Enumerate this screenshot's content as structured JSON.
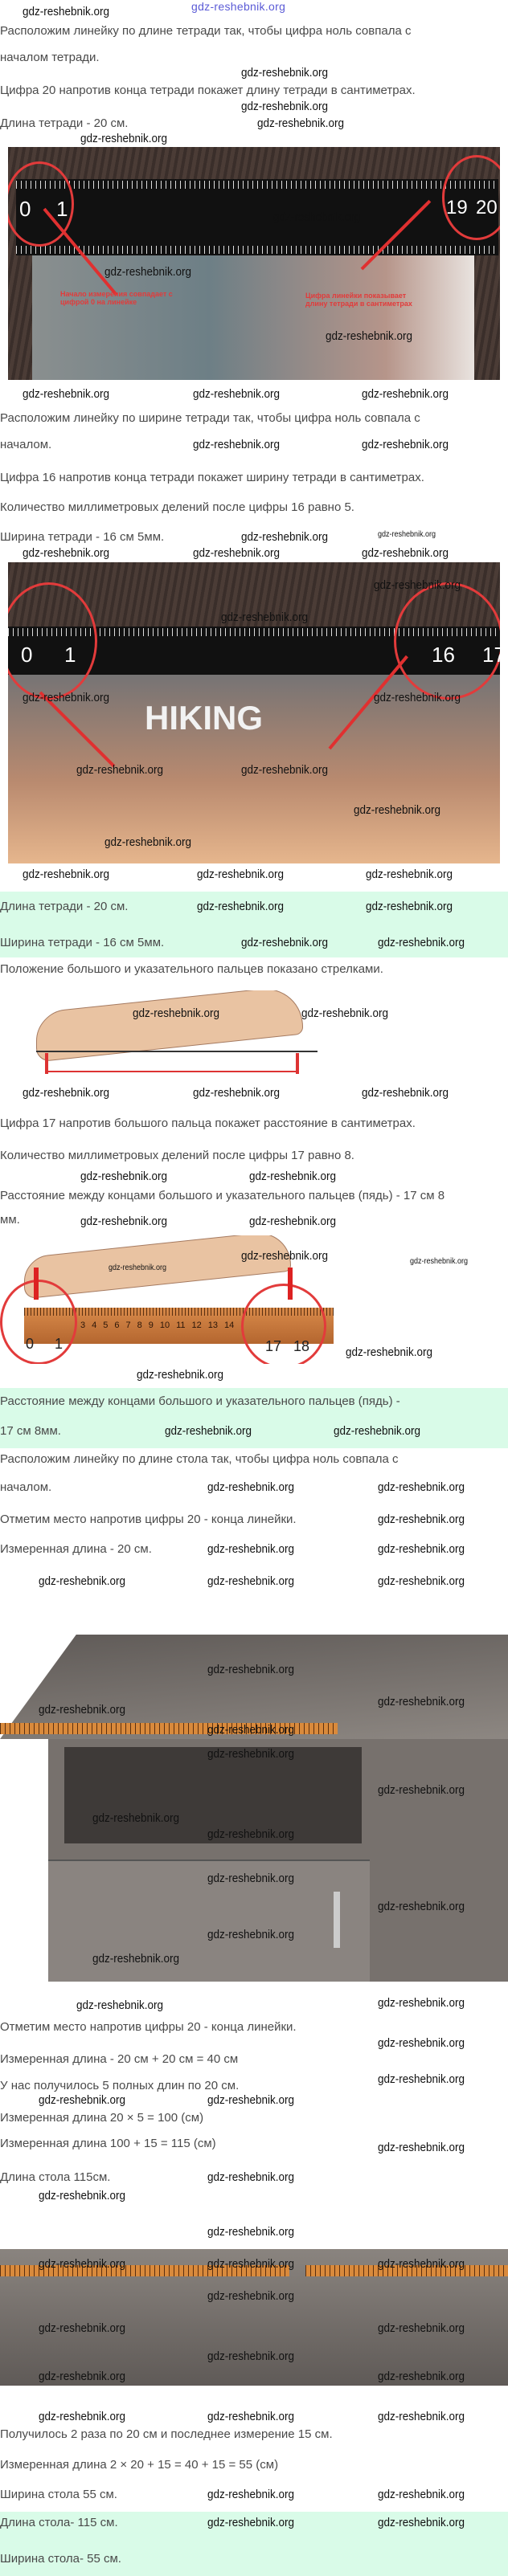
{
  "site_title": "gdz-reshebnik.org",
  "watermark": "gdz-reshebnik.org",
  "notebook": {
    "p1a": "Расположим линейку по длине тетради так, чтобы цифра ноль совпала с",
    "p1b": "началом тетради.",
    "p2": "Цифра 20 напротив конца тетради покажет длину тетради в сантиметрах.",
    "p3": "Длина тетради - 20 см.",
    "photo1_left_number_0": "0",
    "photo1_left_number_1": "1",
    "photo1_right_number_19": "19",
    "photo1_right_number_20": "20",
    "photo1_caption_left": "Начало измерения совпадает с цифрой 0 на линейке",
    "photo1_caption_right": "Цифра линейки показывает длину тетради в сантиметрах",
    "p4a": "Расположим линейку по ширине тетради так, чтобы цифра ноль совпала с",
    "p4b": "началом.",
    "p5": "Цифра 16 напротив конца тетради покажет ширину тетради в сантиметрах.",
    "p6": "Количество миллиметровых делений после цифры 16 равно 5.",
    "p7": "Ширина тетради - 16 см 5мм.",
    "photo2_left_0": "0",
    "photo2_left_1": "1",
    "photo2_right_16": "16",
    "photo2_right_17": "17",
    "photo2_brand": "HIKING"
  },
  "answer1": {
    "line1": "Длина тетради - 20 см.",
    "line2": "Ширина тетради - 16 см 5мм."
  },
  "span": {
    "p1": "Положение большого и указательного пальцев показано стрелками.",
    "p2": "Цифра 17 напротив большого пальца покажет расстояние в сантиметрах.",
    "p3": "Количество миллиметровых делений после цифры 17 равно 8.",
    "p4a": "Расстояние между концами большого и указательного пальцев (пядь) - 17 см 8",
    "p4b": "мм.",
    "ruler_left": [
      "0",
      "1"
    ],
    "ruler_right": [
      "17",
      "18"
    ],
    "ruler_mid": [
      "3",
      "4",
      "5",
      "6",
      "7",
      "8",
      "9",
      "10",
      "11",
      "12",
      "13",
      "14"
    ]
  },
  "answer2": {
    "line1": "Расстояние между концами большого и указательного пальцев (пядь) -",
    "line2": "17 см 8мм."
  },
  "table": {
    "p1a": "Расположим линейку по длине стола так, чтобы цифра ноль совпала с",
    "p1b": "началом.",
    "p2": "Отметим место напротив цифры 20 - конца линейки.",
    "p3": "Измеренная длина - 20 см.",
    "p4": "Отметим место напротив цифры 20 - конца линейки.",
    "p5": "Измеренная длина - 20 см + 20 см = 40 см",
    "p6": "У нас получилось 5 полных длин по 20 см.",
    "p7": "Измеренная длина 20 × 5 = 100 (см)",
    "p8": "Измеренная длина 100  +  15  =  115 (см)",
    "p9": "Длина стола 115см.",
    "p10": "Получилось 2 раза по 20 см и последнее измерение 15 см.",
    "p11": "Измеренная длина 2 × 20 + 15 = 40 + 15 = 55 (см)",
    "p12": "Ширина стола 55 см."
  },
  "answer3": {
    "line1": "Длина стола- 115 см.",
    "line2": "Ширина стола- 55 см."
  },
  "colors": {
    "answer_bg": "#d9fbe8",
    "site_title": "#5b5bd6",
    "highlight": "#e23b3b"
  }
}
